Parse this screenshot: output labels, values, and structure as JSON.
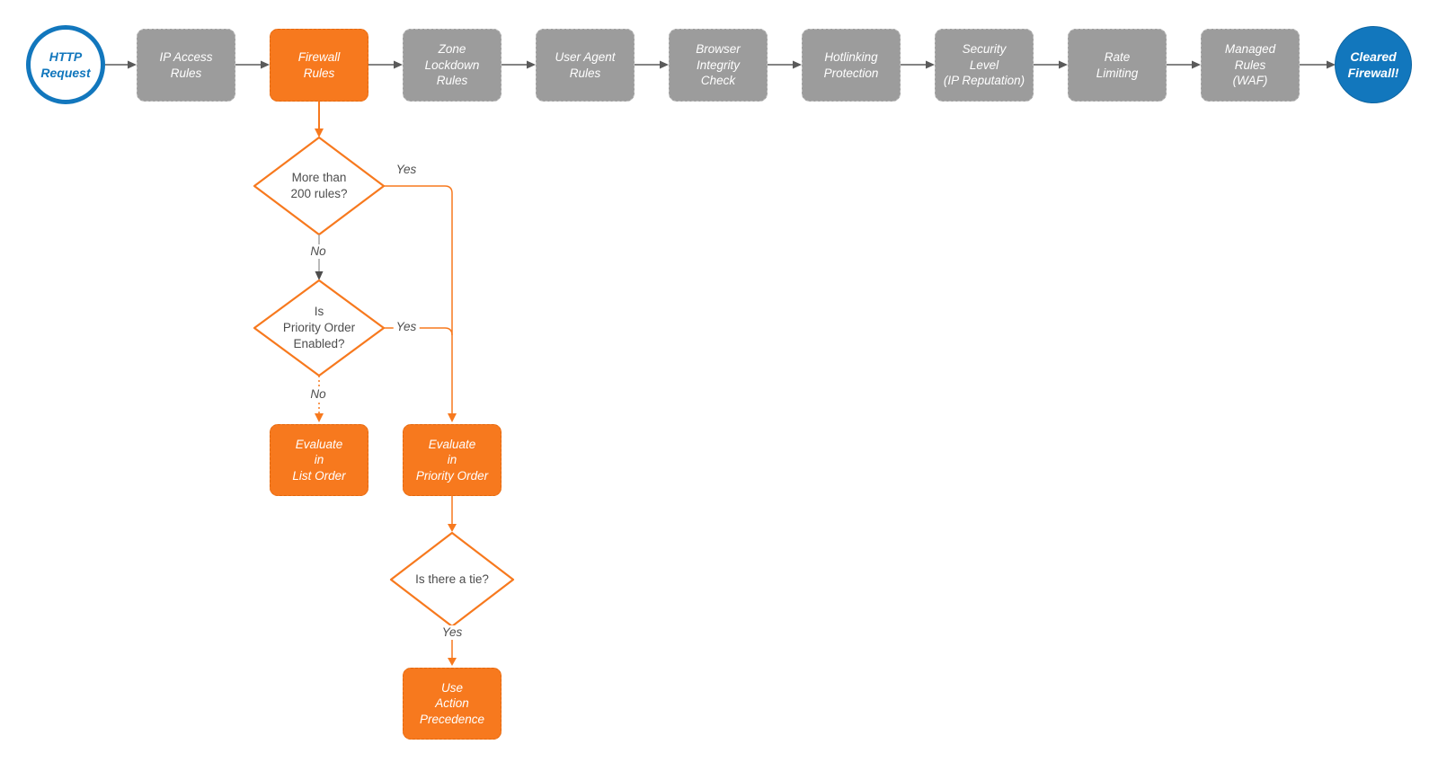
{
  "colors": {
    "blue": "#1277bd",
    "orange": "#f7791e",
    "gray_box": "#9c9c9c",
    "connector_gray": "#5a5a5a",
    "text_dark": "#4d4d4d",
    "node_text": "#ffffff"
  },
  "flow": {
    "start": {
      "label": "HTTP\nRequest"
    },
    "end": {
      "label": "Cleared\nFirewall!"
    },
    "top_row": [
      {
        "label": "IP Access\nRules"
      },
      {
        "label": "Firewall\nRules"
      },
      {
        "label": "Zone\nLockdown\nRules"
      },
      {
        "label": "User Agent\nRules"
      },
      {
        "label": "Browser\nIntegrity\nCheck"
      },
      {
        "label": "Hotlinking\nProtection"
      },
      {
        "label": "Security\nLevel\n(IP Reputation)"
      },
      {
        "label": "Rate\nLimiting"
      },
      {
        "label": "Managed\nRules\n(WAF)"
      }
    ],
    "decisions": [
      {
        "label": "More than\n200 rules?",
        "yes_label": "Yes",
        "no_label": "No"
      },
      {
        "label": "Is\nPriority Order\nEnabled?",
        "yes_label": "Yes",
        "no_label": "No"
      },
      {
        "label": "Is there a tie?",
        "yes_label": "Yes"
      }
    ],
    "outcomes": [
      {
        "label": "Evaluate\nin\nList Order"
      },
      {
        "label": "Evaluate\nin\nPriority Order"
      },
      {
        "label": "Use\nAction\nPrecedence"
      }
    ]
  }
}
